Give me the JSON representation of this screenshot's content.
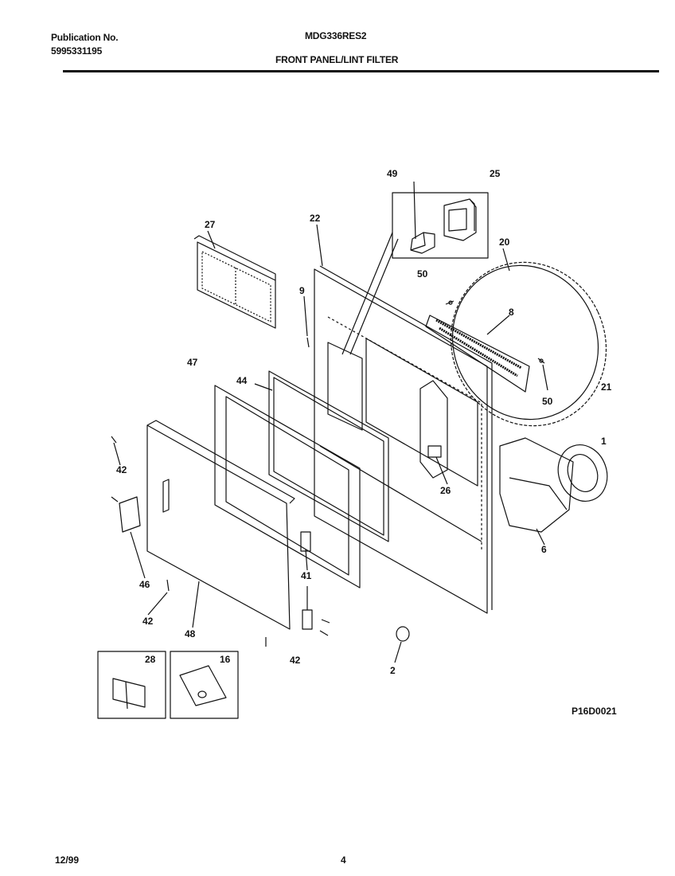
{
  "header": {
    "publication_label": "Publication No.",
    "publication_number": "5995331195",
    "model": "MDG336RES2",
    "section_title": "FRONT PANEL/LINT FILTER"
  },
  "callouts": [
    "49",
    "25",
    "27",
    "22",
    "20",
    "50",
    "9",
    "8",
    "47",
    "21",
    "50",
    "44",
    "1",
    "42",
    "26",
    "6",
    "46",
    "41",
    "42",
    "48",
    "42",
    "28",
    "16",
    "2"
  ],
  "diagram_code": "P16D0021",
  "footer": {
    "date": "12/99",
    "page": "4"
  }
}
